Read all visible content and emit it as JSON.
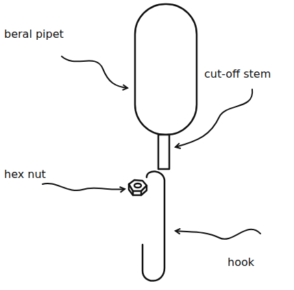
{
  "diagram": {
    "labels": [
      "beral pipet",
      "cut-off stem",
      "hex nut",
      "hook"
    ]
  }
}
